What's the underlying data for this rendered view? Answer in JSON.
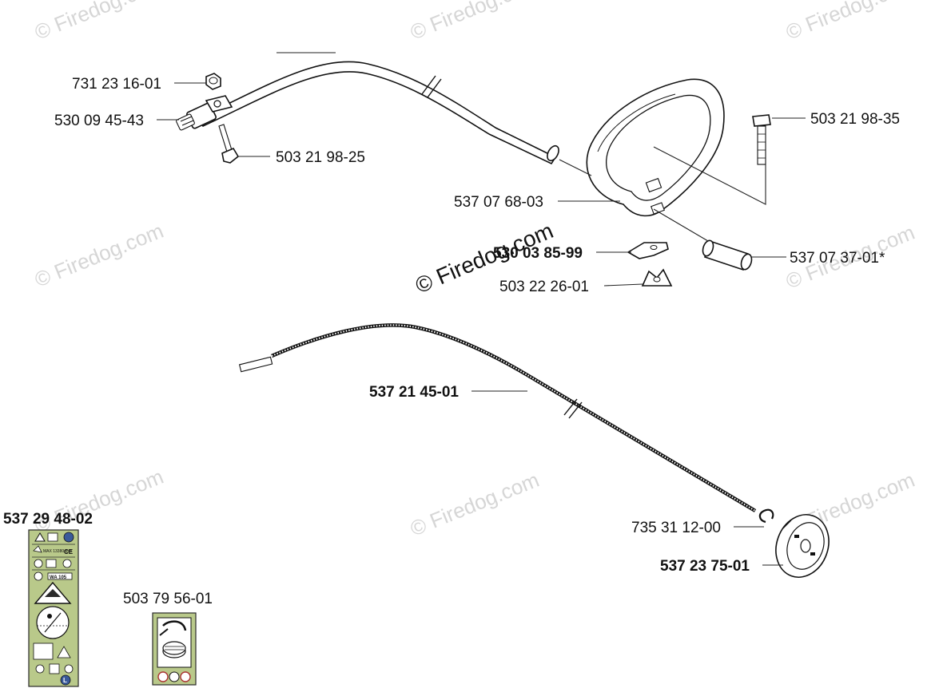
{
  "watermark_text": "© Firedog.com",
  "labels": {
    "p731231601": "731 23 16-01",
    "p530094543": "530 09 45-43",
    "p503219825": "503 21 98-25",
    "p503219835": "503 21 98-35",
    "p537076803": "537 07 68-03",
    "p530038599": "530 03 85-99",
    "p537073701": "537 07 37-01*",
    "p503222601": "503 22 26-01",
    "p537214501": "537 21 45-01",
    "p735311200": "735 31 12-00",
    "p537237501": "537 23 75-01",
    "p537294802": "537 29 48-02",
    "p503795601": "503 79 56-01"
  },
  "decal_texts": {
    "ce_mark": "CE",
    "model_no": "MAX 13380 rpm",
    "sound_badge": "WA 105",
    "corner_badge": "L"
  },
  "colors": {
    "decal_green": "#b9c98a",
    "decal_dark": "#2a2a2a",
    "watermark": "#d6d6d6"
  }
}
